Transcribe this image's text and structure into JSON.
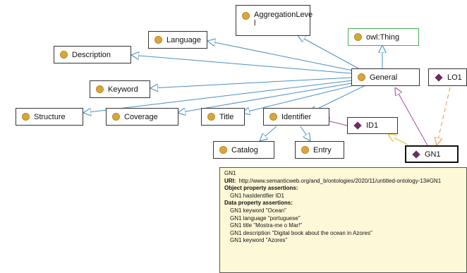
{
  "nodes": {
    "aggregation_level": "AggregationLeve\nl",
    "owl_thing": "owl:Thing",
    "language": "Language",
    "description": "Description",
    "general": "General",
    "lo1": "LO1",
    "keyword": "Keyword",
    "structure": "Structure",
    "coverage": "Coverage",
    "title": "Title",
    "identifier": "Identifier",
    "id1": "ID1",
    "catalog": "Catalog",
    "entry": "Entry",
    "gn1": "GN1"
  },
  "tooltip": {
    "name": "GN1",
    "uri_label": "URI:",
    "uri": "http://www.semanticweb.org/and_b/ontologies/2020/11/untitled-ontology-13#GN1",
    "object_header": "Object property assertions:",
    "object_assertions": [
      "GN1 hasIdentifier ID1"
    ],
    "data_header": "Data property assertions:",
    "data_assertions": [
      "GN1 keyword \"Ocean\"",
      "GN1 language \"portuguese\"",
      "GN1 title \"Mostra-me o Mar!\"",
      "GN1 description \"Digital book about the ocean in Azores\"",
      "GN1 keyword \"Azores\""
    ]
  },
  "colors": {
    "class_dot": "#d8a73a",
    "individual_diamond": "#6b2d63",
    "subclass_edge": "#4a8fc2",
    "individual_edge": "#a64ca6",
    "object_prop_edge": "#e0c030",
    "type_edge": "#e8944a",
    "thing_border": "#4caf50"
  }
}
